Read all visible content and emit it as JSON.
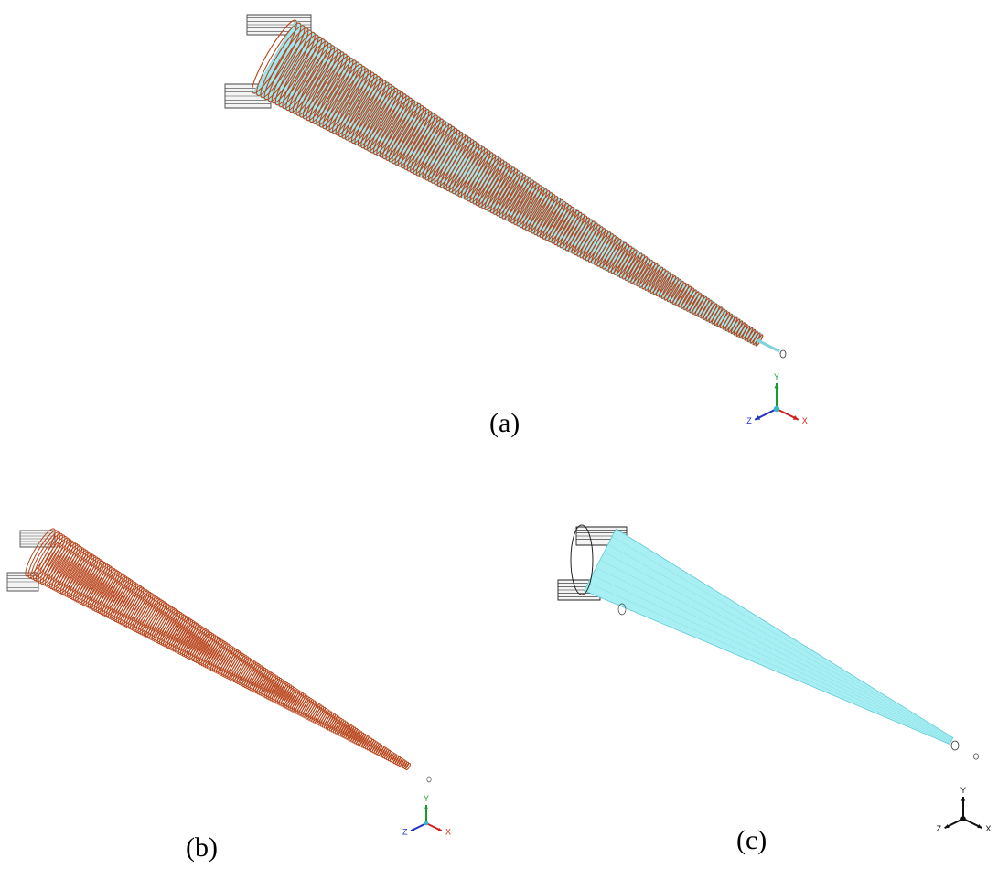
{
  "figure": {
    "panels": [
      {
        "id": "a",
        "caption": "(a)",
        "view": "taper wireframe with coil turns",
        "coil_color": "#b8441a",
        "body_color": "#9fe8ef",
        "axes": {
          "x": "X",
          "y": "Y",
          "z": "Z",
          "x_color": "#cc2020",
          "y_color": "#1a9a2a",
          "z_color": "#2030c0",
          "origin_color": "#2fb8c8"
        }
      },
      {
        "id": "b",
        "caption": "(b)",
        "view": "coil turns only",
        "coil_color": "#b8441a",
        "axes": {
          "x": "X",
          "y": "Y",
          "z": "Z",
          "x_color": "#cc2020",
          "y_color": "#1a9a2a",
          "z_color": "#2030c0",
          "origin_color": "#2fb8c8"
        }
      },
      {
        "id": "c",
        "caption": "(c)",
        "view": "cone body only",
        "body_color": "#a8eff4",
        "axes": {
          "x": "X",
          "y": "Y",
          "z": "Z",
          "x_color": "#111111",
          "y_color": "#111111",
          "z_color": "#111111",
          "origin_color": "#111111"
        }
      }
    ]
  }
}
